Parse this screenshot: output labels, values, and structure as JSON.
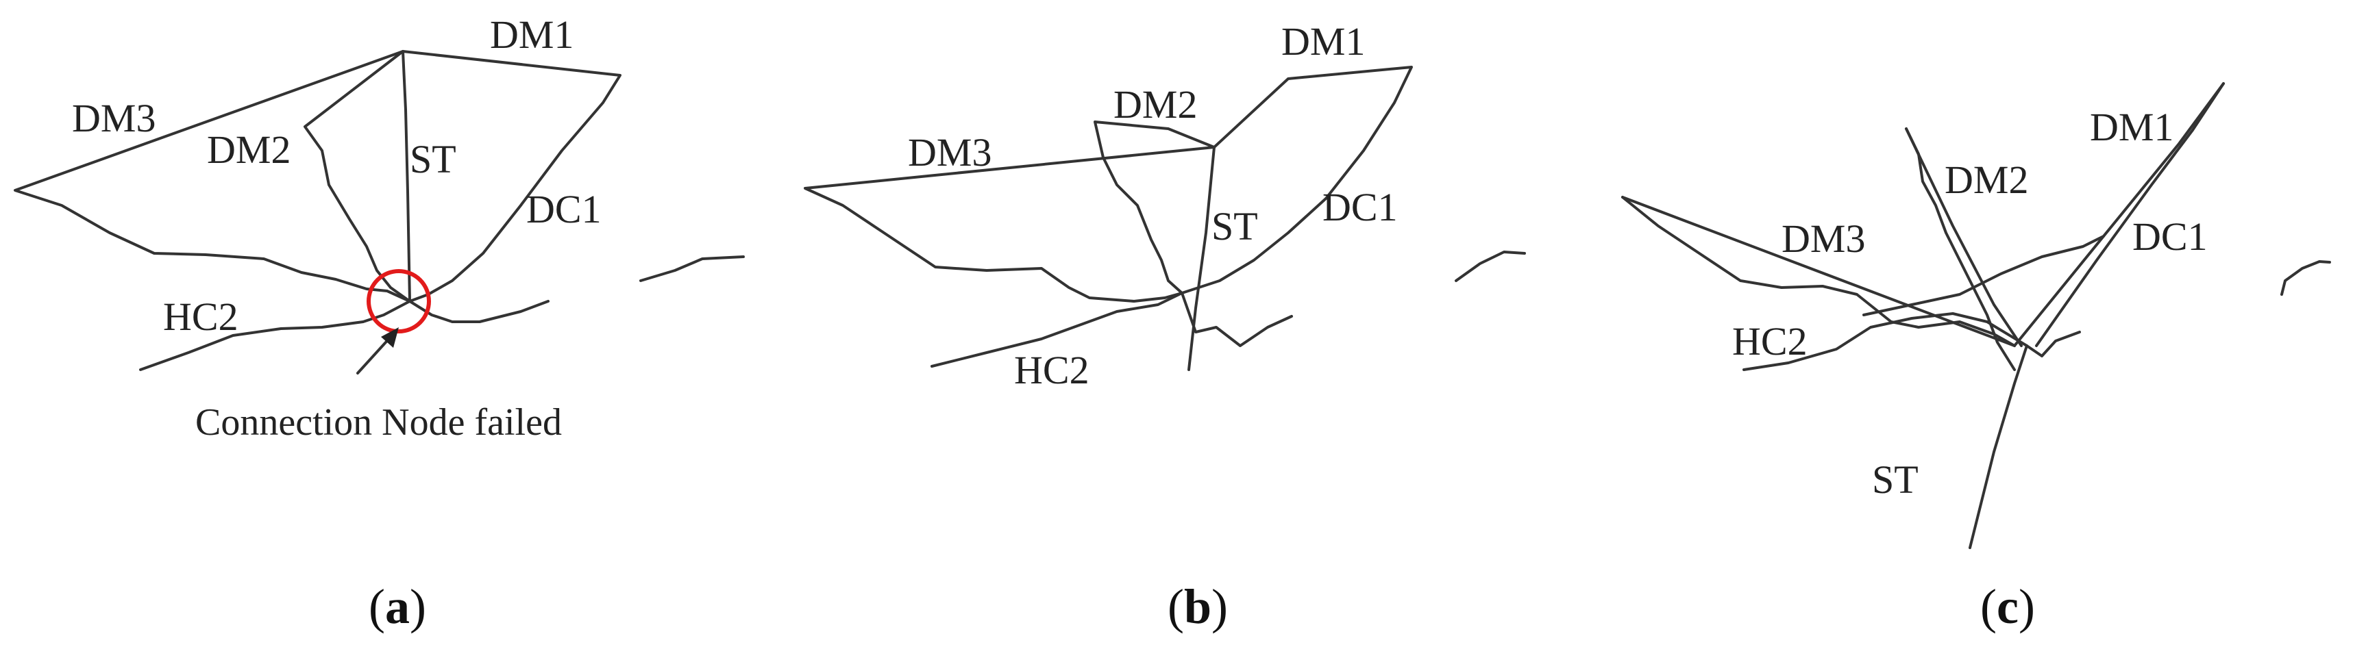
{
  "colors": {
    "line": "#333333",
    "highlight": "#e21b1b",
    "text": "#222222"
  },
  "panels": [
    {
      "caption": {
        "open": "(",
        "letter": "a",
        "close": ")"
      },
      "labels": {
        "dm1": "DM1",
        "dm2": "DM2",
        "dm3": "DM3",
        "st": "ST",
        "dc1": "DC1",
        "hc2": "HC2"
      },
      "annotation": "Connection Node failed"
    },
    {
      "caption": {
        "open": "(",
        "letter": "b",
        "close": ")"
      },
      "labels": {
        "dm1": "DM1",
        "dm2": "DM2",
        "dm3": "DM3",
        "st": "ST",
        "dc1": "DC1",
        "hc2": "HC2"
      }
    },
    {
      "caption": {
        "open": "(",
        "letter": "c",
        "close": ")"
      },
      "labels": {
        "dm1": "DM1",
        "dm2": "DM2",
        "dm3": "DM3",
        "st": "ST",
        "dc1": "DC1",
        "hc2": "HC2"
      }
    }
  ]
}
